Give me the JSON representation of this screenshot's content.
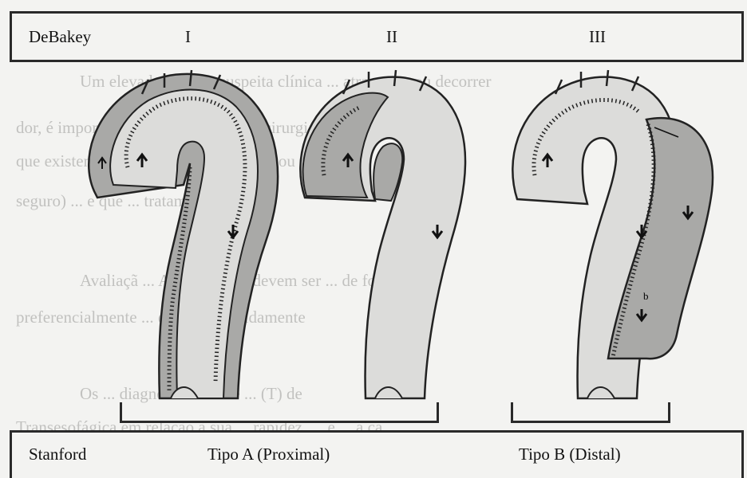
{
  "header": {
    "row_label": "DeBakey",
    "types": [
      "I",
      "II",
      "III"
    ]
  },
  "footer": {
    "row_label": "Stanford",
    "groups": [
      "Tipo A (Proximal)",
      "Tipo B (Distal)"
    ]
  },
  "panel_annotation": "b",
  "background_text": [
    "Um elevado grau de suspeita clínica ... atravessar ou decorrer",
    "dor, é importante orientar a ... para a cirurgia e ... diferenças",
    "que existem (ou que possam existir) ... ou (de",
    "seguro) ... e que ... tratamento",
    "Avaliaçã ... A a análise ... devem ser ... de forma",
    "preferencialmente ... exame ... rapidamente",
    "Os ... diagnósticos ... de ... (T) de",
    "Transesofágica em relação à sua ... rapidez, ... e ... a ca"
  ],
  "colors": {
    "lumen": "#dcdcda",
    "false_lumen": "#a9a9a7",
    "outline": "#222222",
    "wall": "#f8f8f6"
  }
}
